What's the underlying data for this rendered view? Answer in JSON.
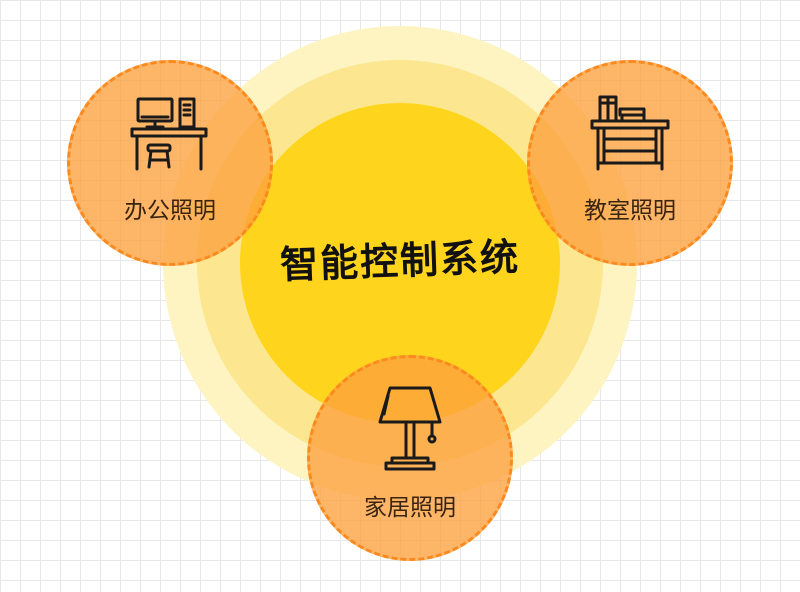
{
  "center": {
    "title": "智能控制系统"
  },
  "nodes": [
    {
      "label": "办公照明",
      "icon": "office-desk-computer-icon"
    },
    {
      "label": "教室照明",
      "icon": "bookshelf-desk-icon"
    },
    {
      "label": "家居照明",
      "icon": "table-lamp-icon"
    }
  ],
  "colors": {
    "core": "#fed41c",
    "ring_mid": "#fce790",
    "ring_outer": "#fdf4c2",
    "node_fill": "#fda03e",
    "node_border": "#fb8a1e",
    "icon": "#1a1a1a"
  }
}
